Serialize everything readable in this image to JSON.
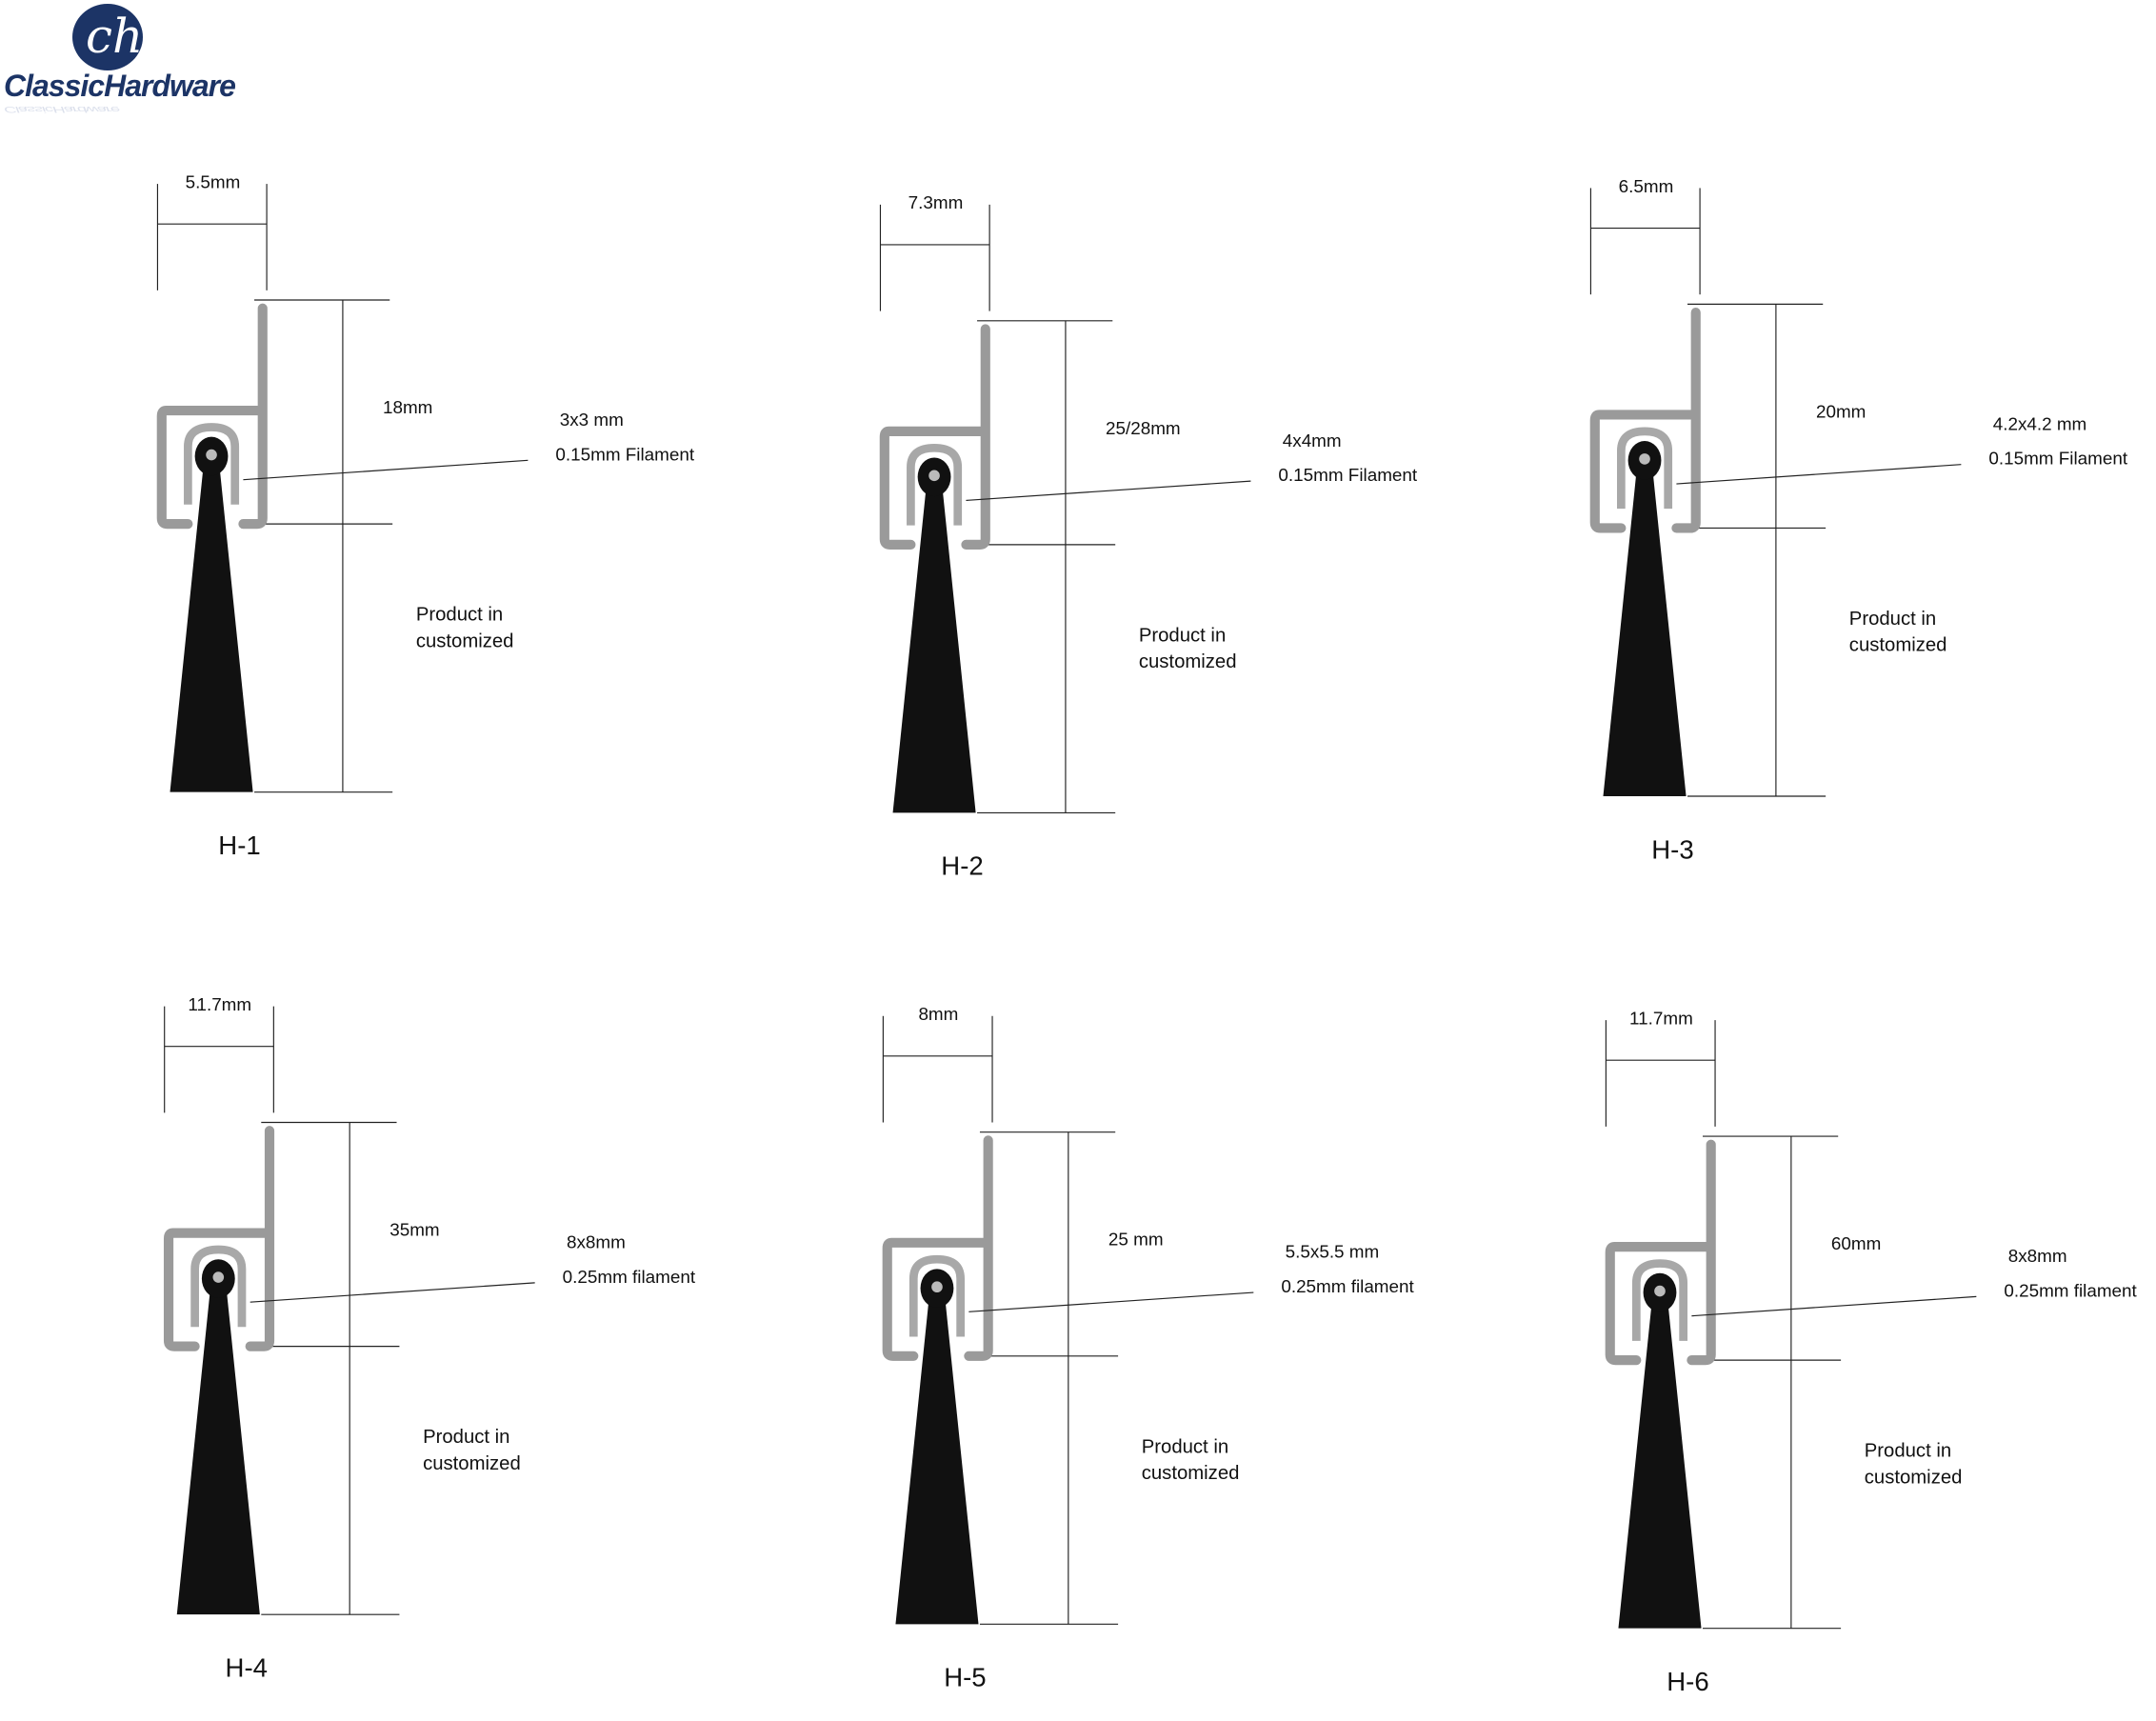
{
  "logo": {
    "brand": "ClassicHardware",
    "monogram": "ch"
  },
  "panels": [
    {
      "id": "H-1",
      "width": "5.5mm",
      "height": "18mm",
      "spec1": "3x3 mm",
      "spec2": "0.15mm  Filament",
      "product1": "Product in",
      "product2": "customized"
    },
    {
      "id": "H-2",
      "width": "7.3mm",
      "height": "25/28mm",
      "spec1": "4x4mm",
      "spec2": "0.15mm Filament",
      "product1": "Product in",
      "product2": "customized"
    },
    {
      "id": "H-3",
      "width": "6.5mm",
      "height": "20mm",
      "spec1": "4.2x4.2 mm",
      "spec2": "0.15mm  Filament",
      "product1": "Product in",
      "product2": "customized"
    },
    {
      "id": "H-4",
      "width": "11.7mm",
      "height": "35mm",
      "spec1": "8x8mm",
      "spec2": "0.25mm filament",
      "product1": "Product in",
      "product2": "customized"
    },
    {
      "id": "H-5",
      "width": "8mm",
      "height": "25 mm",
      "spec1": "5.5x5.5 mm",
      "spec2": "0.25mm filament",
      "product1": "Product in",
      "product2": "customized"
    },
    {
      "id": "H-6",
      "width": "11.7mm",
      "height": "60mm",
      "spec1": "8x8mm",
      "spec2": "0.25mm filament",
      "product1": "Product in",
      "product2": "customized"
    }
  ],
  "colors": {
    "profile": "#9a9a9a",
    "brush": "#111111",
    "logo": "#1c3466"
  }
}
